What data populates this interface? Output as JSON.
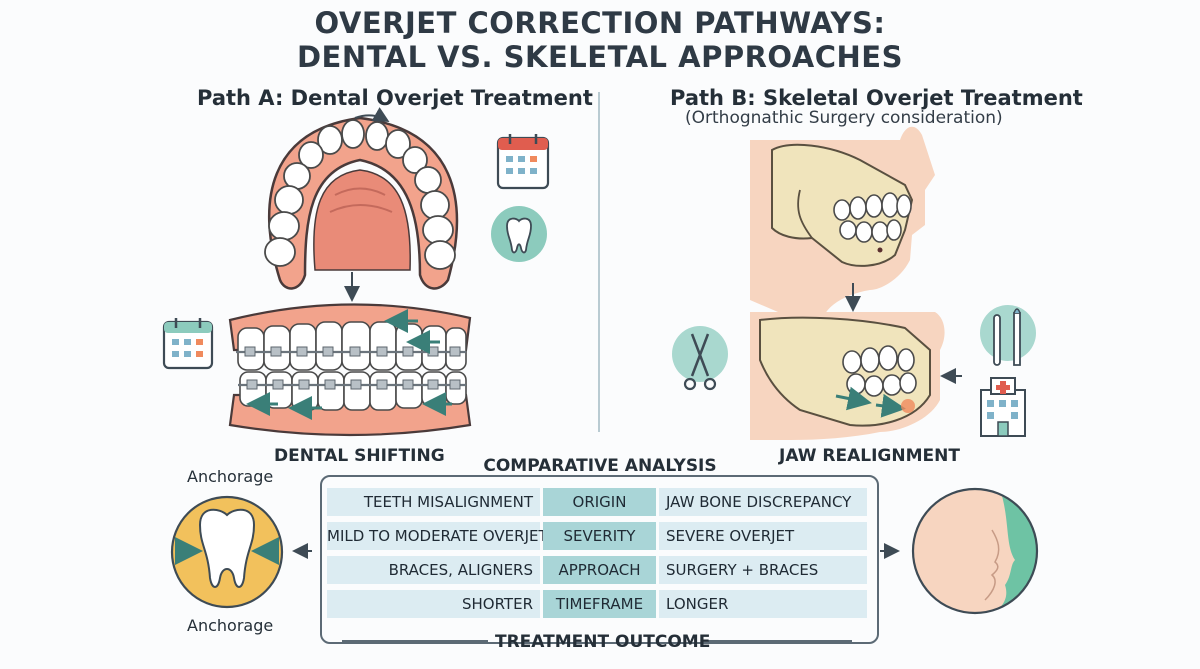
{
  "title": {
    "line1": "OVERJET CORRECTION PATHWAYS:",
    "line2": "DENTAL VS. SKELETAL APPROACHES"
  },
  "path_a": {
    "title": "Path A: Dental Overjet Treatment",
    "caption": "DENTAL SHIFTING"
  },
  "path_b": {
    "title": "Path B: Skeletal Overjet Treatment",
    "subtitle": "(Orthognathic Surgery consideration)",
    "caption": "JAW REALIGNMENT"
  },
  "anchorage": {
    "top": "Anchorage",
    "bottom": "Anchorage"
  },
  "comparison": {
    "title": "COMPARATIVE ANALYSIS",
    "rows": [
      {
        "left": "TEETH MISALIGNMENT",
        "criterion": "ORIGIN",
        "right": "JAW BONE DISCREPANCY"
      },
      {
        "left": "MILD TO MODERATE OVERJET",
        "criterion": "SEVERITY",
        "right": "SEVERE OVERJET"
      },
      {
        "left": "BRACES, ALIGNERS",
        "criterion": "APPROACH",
        "right": "SURGERY + BRACES"
      },
      {
        "left": "SHORTER",
        "criterion": "TIMEFRAME",
        "right": "LONGER"
      }
    ],
    "outcome": "TREATMENT OUTCOME"
  },
  "icons": [
    "calendar-icon",
    "tooth-icon",
    "scissors-icon",
    "scalpel-icon",
    "hospital-icon",
    "face-profile-icon"
  ],
  "colors": {
    "gum": "#f2a38c",
    "teal": "#8ccbbd",
    "bone": "#f0e4bc",
    "skin": "#f7d5c0",
    "cell": "#dcecf2",
    "criterion": "#a9d5d7",
    "anchorage_bg": "#f2c15c"
  }
}
